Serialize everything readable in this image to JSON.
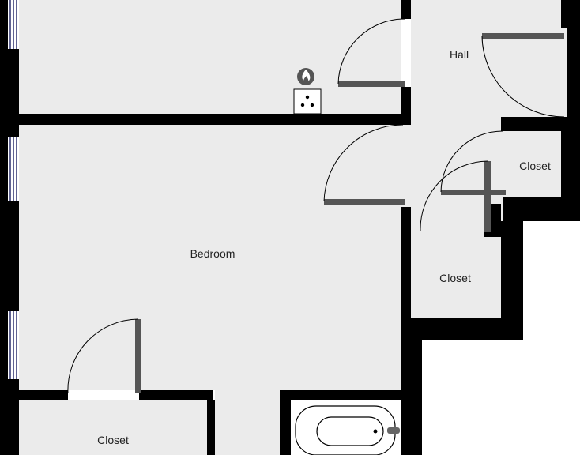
{
  "floorplan": {
    "colors": {
      "wall": "#000000",
      "floor": "#ebebeb",
      "door": "#555555",
      "window": "#2a2f6e",
      "background": "#ffffff"
    },
    "rooms": {
      "hall": {
        "label": "Hall"
      },
      "bedroom": {
        "label": "Bedroom"
      },
      "closet_upper_right": {
        "label": "Closet"
      },
      "closet_middle_right": {
        "label": "Closet"
      },
      "closet_bottom_left": {
        "label": "Closet"
      }
    },
    "fixtures": {
      "water_heater": {
        "icon": "flame-icon"
      },
      "bathtub": {
        "icon": "bathtub-icon"
      }
    }
  }
}
